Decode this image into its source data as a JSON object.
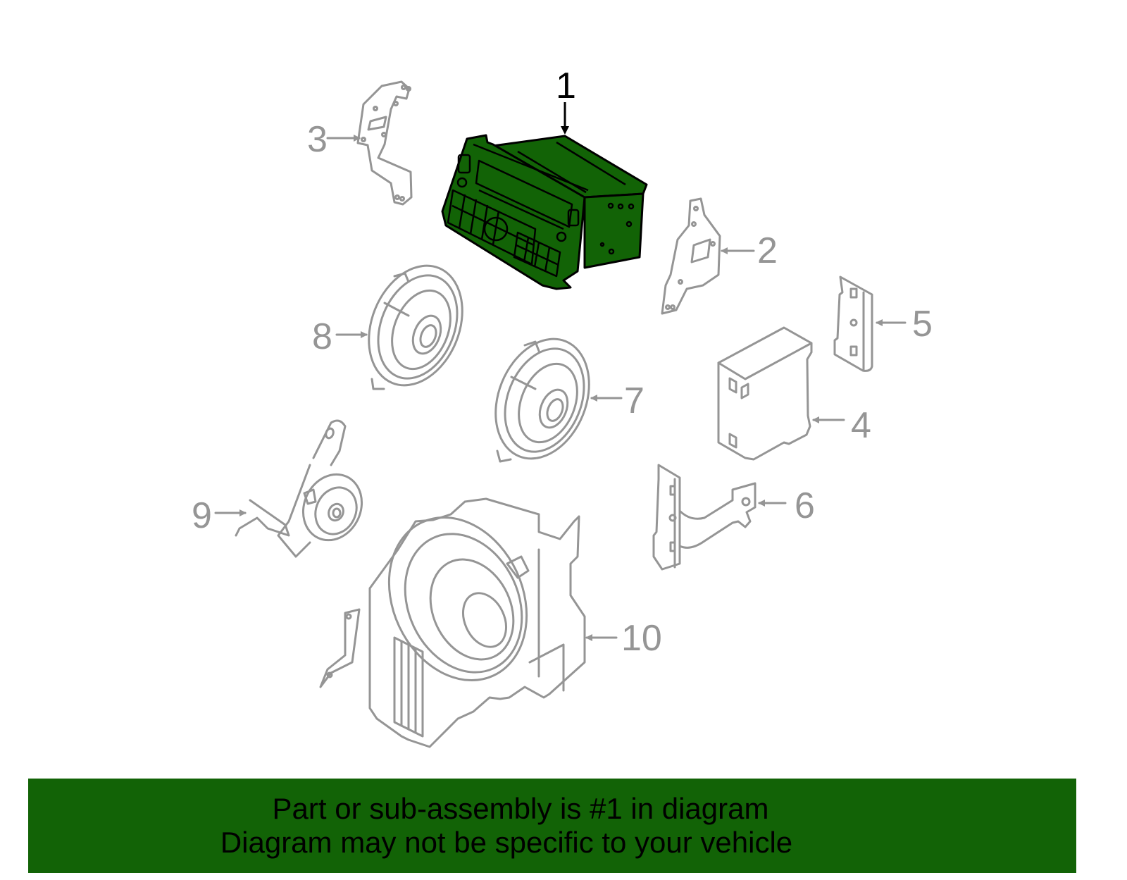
{
  "diagram": {
    "highlight_color": "#126306",
    "outline_color": "#959595",
    "callouts": [
      {
        "number": "1",
        "part": "radio-receiver",
        "highlighted": true
      },
      {
        "number": "2",
        "part": "right-bracket"
      },
      {
        "number": "3",
        "part": "left-bracket"
      },
      {
        "number": "4",
        "part": "control-module"
      },
      {
        "number": "5",
        "part": "module-bracket"
      },
      {
        "number": "6",
        "part": "mounting-bracket"
      },
      {
        "number": "7",
        "part": "speaker"
      },
      {
        "number": "8",
        "part": "speaker"
      },
      {
        "number": "9",
        "part": "tweeter"
      },
      {
        "number": "10",
        "part": "subwoofer-enclosure"
      }
    ]
  },
  "banner": {
    "background": "#126306",
    "line1": "Part or sub-assembly is #1 in diagram",
    "line2": "Diagram may not be specific to your vehicle"
  }
}
